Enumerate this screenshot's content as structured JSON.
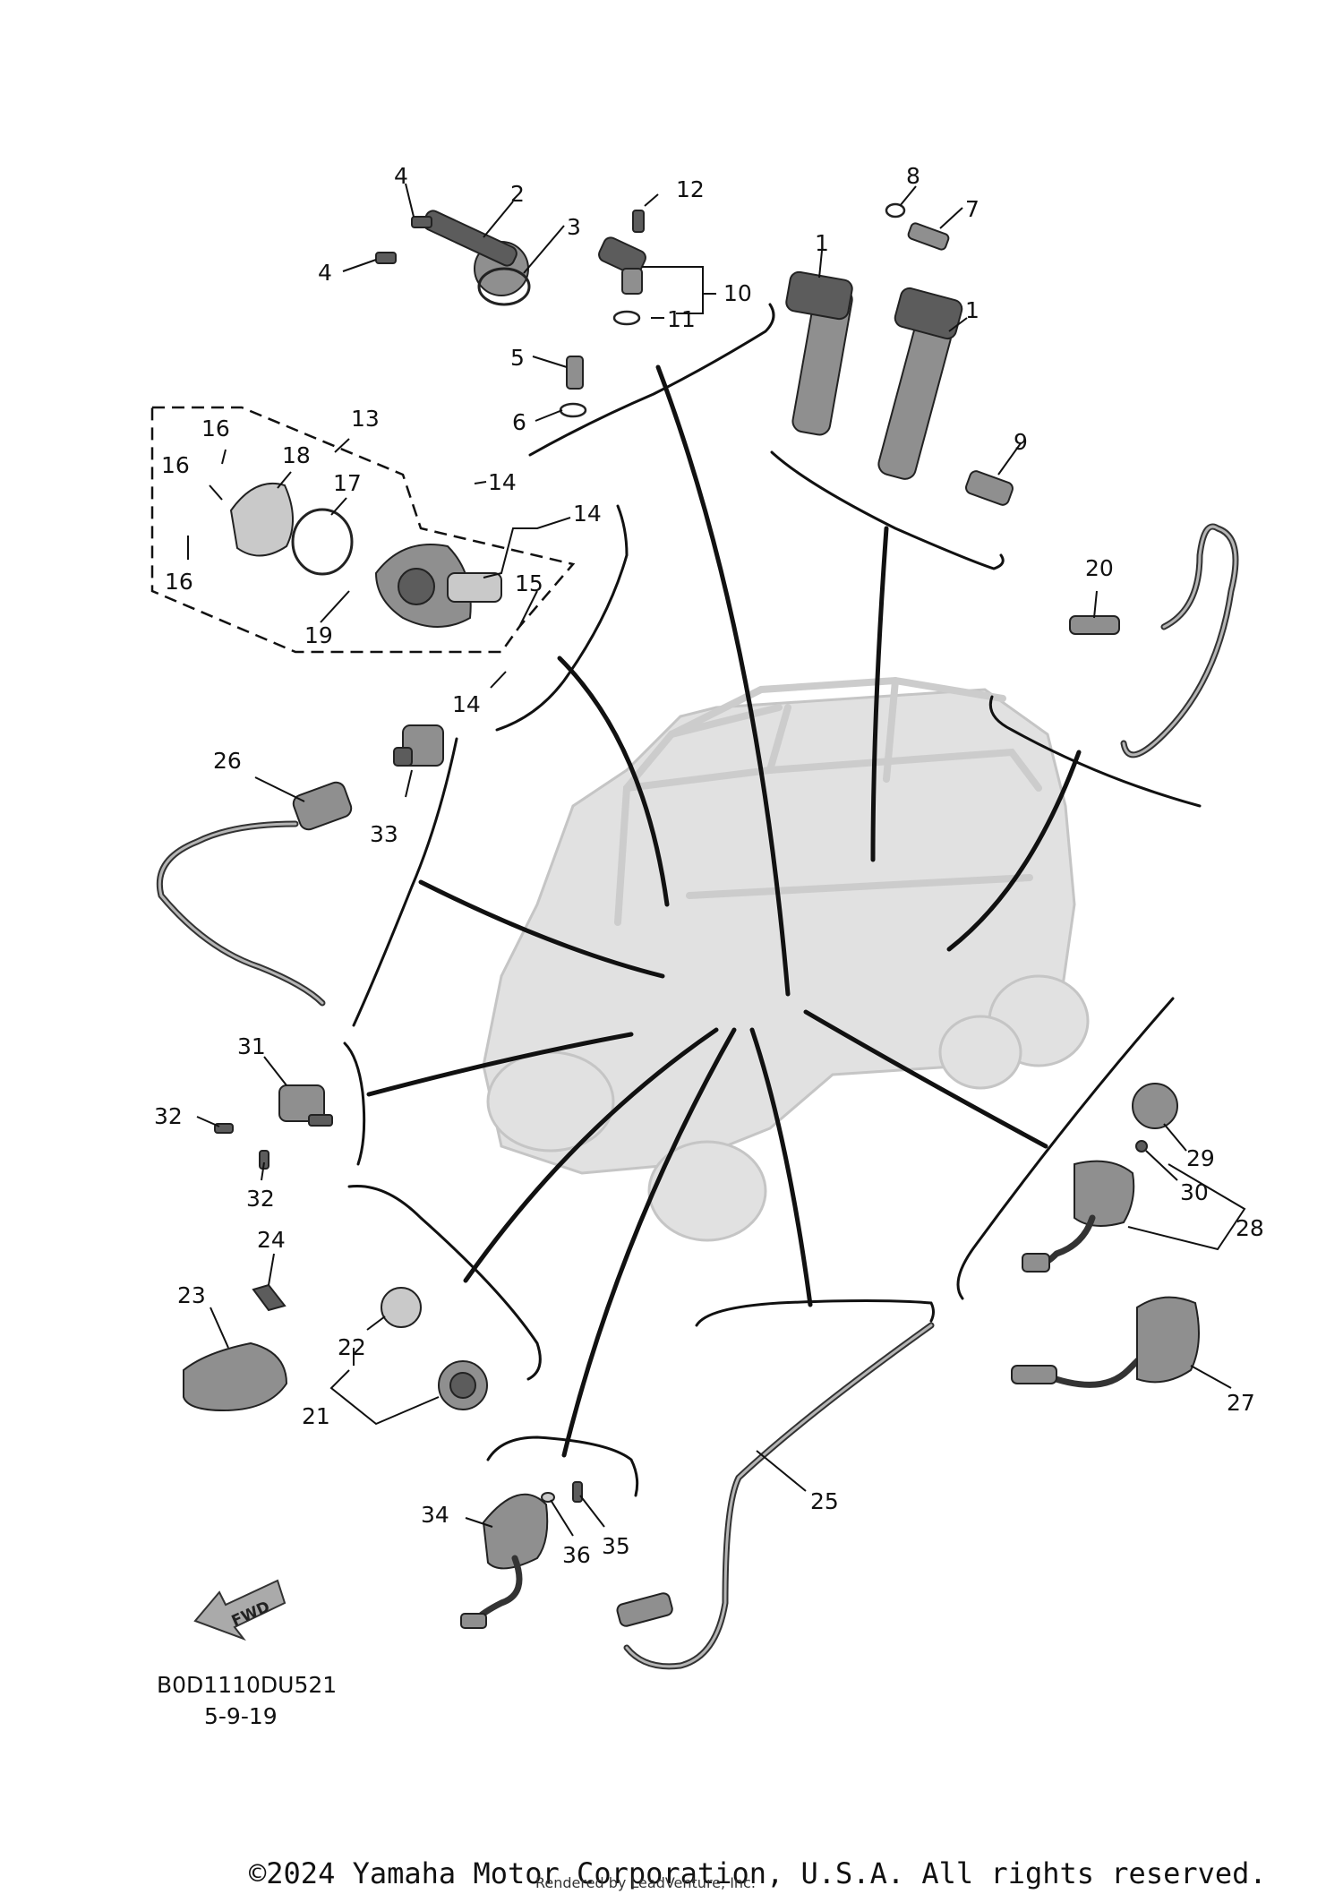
{
  "diagram": {
    "code": "B0D1110DU521",
    "revision": "5-9-19",
    "fwd_label": "FWD"
  },
  "callouts": {
    "n1a": "1",
    "n1b": "1",
    "n2": "2",
    "n3": "3",
    "n4a": "4",
    "n4b": "4",
    "n5": "5",
    "n6": "6",
    "n7": "7",
    "n8": "8",
    "n9": "9",
    "n10": "10",
    "n11": "11",
    "n12": "12",
    "n13": "13",
    "n14a": "14",
    "n14b": "14",
    "n14c": "14",
    "n15": "15",
    "n16a": "16",
    "n16b": "16",
    "n16c": "16",
    "n17": "17",
    "n18": "18",
    "n19": "19",
    "n20": "20",
    "n21": "21",
    "n22": "22",
    "n23": "23",
    "n24": "24",
    "n25": "25",
    "n26": "26",
    "n27": "27",
    "n28": "28",
    "n29": "29",
    "n30": "30",
    "n31": "31",
    "n32a": "32",
    "n32b": "32",
    "n33": "33",
    "n34": "34",
    "n35": "35",
    "n36": "36"
  },
  "footer": {
    "copyright": "©2024 Yamaha Motor Corporation, U.S.A. All rights reserved.",
    "rendered_by": "Rendered by LeadVenture, Inc."
  }
}
